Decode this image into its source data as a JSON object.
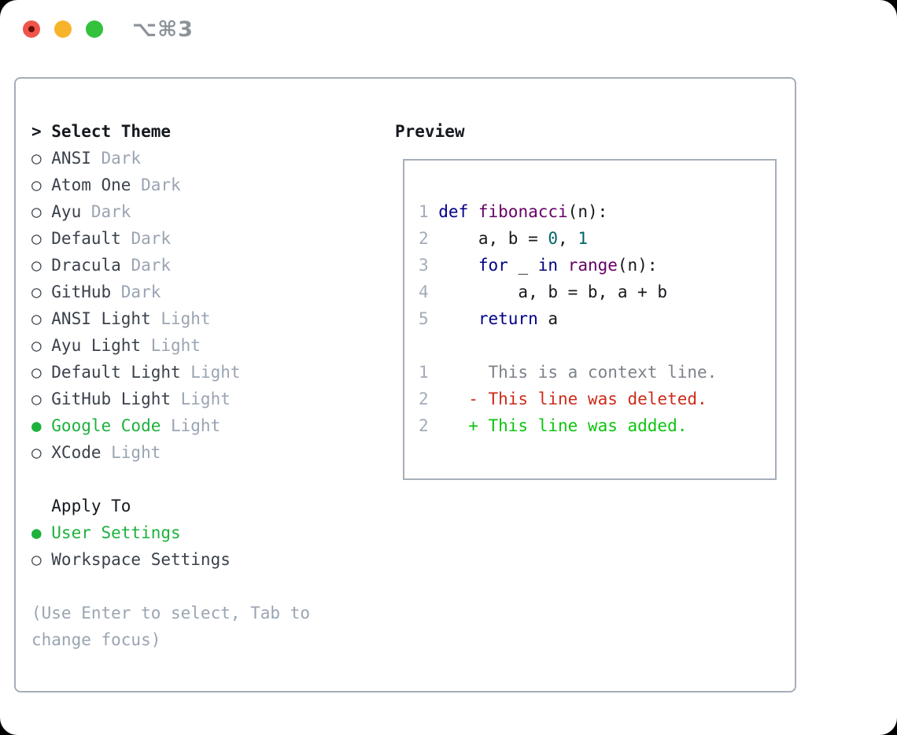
{
  "titlebar": {
    "title": "⌥⌘3"
  },
  "colors": {
    "tl_red": "#f0554b",
    "tl_red_dot": "#640f06",
    "tl_yellow": "#f7b32a",
    "tl_green": "#33c13e",
    "titlebar_text": "#8d929a",
    "border": "#a6aeb9",
    "heading": "#14181f",
    "text": "#3a414b",
    "muted": "#9aa4b2",
    "accent_green": "#1db13d",
    "ln": "#a3abb8",
    "ctx": "#7d828a",
    "deleted": "#cd2b1a",
    "added": "#0ec410",
    "kwd": "#000088",
    "fn": "#660066",
    "lit": "#006666",
    "plain": "#16181d"
  },
  "theme_list": {
    "cursor": ">",
    "header": "Select Theme",
    "bullet_unselected": "○",
    "bullet_selected": "●",
    "items": [
      {
        "bullet": "○",
        "name": "ANSI",
        "variant": "Dark",
        "selected": false
      },
      {
        "bullet": "○",
        "name": "Atom One",
        "variant": "Dark",
        "selected": false
      },
      {
        "bullet": "○",
        "name": "Ayu",
        "variant": "Dark",
        "selected": false
      },
      {
        "bullet": "○",
        "name": "Default",
        "variant": "Dark",
        "selected": false
      },
      {
        "bullet": "○",
        "name": "Dracula",
        "variant": "Dark",
        "selected": false
      },
      {
        "bullet": "○",
        "name": "GitHub",
        "variant": "Dark",
        "selected": false
      },
      {
        "bullet": "○",
        "name": "ANSI Light",
        "variant": "Light",
        "selected": false
      },
      {
        "bullet": "○",
        "name": "Ayu Light",
        "variant": "Light",
        "selected": false
      },
      {
        "bullet": "○",
        "name": "Default Light",
        "variant": "Light",
        "selected": false
      },
      {
        "bullet": "○",
        "name": "GitHub Light",
        "variant": "Light",
        "selected": false
      },
      {
        "bullet": "●",
        "name": "Google Code",
        "variant": "Light",
        "selected": true
      },
      {
        "bullet": "○",
        "name": "XCode",
        "variant": "Light",
        "selected": false
      }
    ]
  },
  "apply_to": {
    "header": "Apply To",
    "options": [
      {
        "bullet": "●",
        "label": "User Settings",
        "selected": true
      },
      {
        "bullet": "○",
        "label": "Workspace Settings",
        "selected": false
      }
    ]
  },
  "help_text": "(Use Enter to select, Tab to change focus)",
  "preview": {
    "header": "Preview",
    "code_lines": [
      {
        "num": "1",
        "tokens": [
          {
            "t": "def",
            "c": "kwd"
          },
          {
            "t": " ",
            "c": "plain"
          },
          {
            "t": "fibonacci",
            "c": "fn"
          },
          {
            "t": "(n):",
            "c": "plain"
          }
        ]
      },
      {
        "num": "2",
        "tokens": [
          {
            "t": "    a, b = ",
            "c": "plain"
          },
          {
            "t": "0",
            "c": "lit"
          },
          {
            "t": ", ",
            "c": "plain"
          },
          {
            "t": "1",
            "c": "lit"
          }
        ]
      },
      {
        "num": "3",
        "tokens": [
          {
            "t": "    ",
            "c": "plain"
          },
          {
            "t": "for",
            "c": "kwd"
          },
          {
            "t": " _ ",
            "c": "plain"
          },
          {
            "t": "in",
            "c": "kwd"
          },
          {
            "t": " ",
            "c": "plain"
          },
          {
            "t": "range",
            "c": "fn"
          },
          {
            "t": "(n):",
            "c": "plain"
          }
        ]
      },
      {
        "num": "4",
        "tokens": [
          {
            "t": "        a, b = b, a + b",
            "c": "plain"
          }
        ]
      },
      {
        "num": "5",
        "tokens": [
          {
            "t": "    ",
            "c": "plain"
          },
          {
            "t": "return",
            "c": "kwd"
          },
          {
            "t": " a",
            "c": "plain"
          }
        ]
      }
    ],
    "diff_lines": [
      {
        "num": "1",
        "tokens": [
          {
            "t": "     This is a context line.",
            "c": "ctx"
          }
        ]
      },
      {
        "num": "2",
        "tokens": [
          {
            "t": "   - This line was deleted.",
            "c": "deleted"
          }
        ]
      },
      {
        "num": "2",
        "tokens": [
          {
            "t": "   + This line was added.",
            "c": "added"
          }
        ]
      }
    ]
  }
}
